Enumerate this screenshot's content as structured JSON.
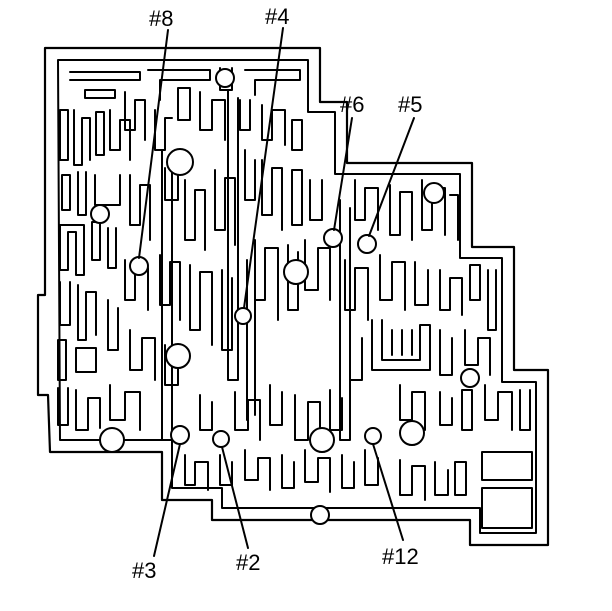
{
  "diagram": {
    "callouts": [
      {
        "id": "ball-8",
        "label": "#8"
      },
      {
        "id": "ball-4",
        "label": "#4"
      },
      {
        "id": "ball-6",
        "label": "#6"
      },
      {
        "id": "ball-5",
        "label": "#5"
      },
      {
        "id": "ball-3",
        "label": "#3"
      },
      {
        "id": "ball-2",
        "label": "#2"
      },
      {
        "id": "ball-12",
        "label": "#12"
      }
    ]
  }
}
